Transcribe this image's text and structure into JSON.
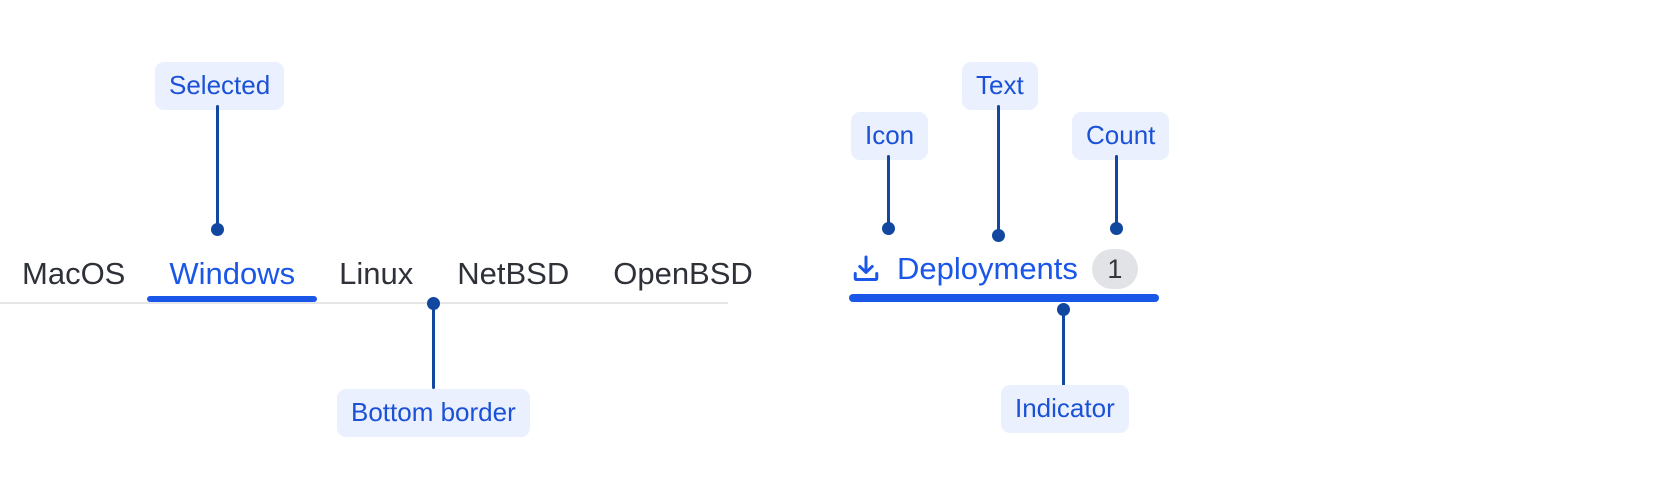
{
  "left_group": {
    "tabs": [
      {
        "label": "MacOS",
        "selected": false
      },
      {
        "label": "Windows",
        "selected": true
      },
      {
        "label": "Linux",
        "selected": false
      },
      {
        "label": "NetBSD",
        "selected": false
      },
      {
        "label": "OpenBSD",
        "selected": false
      }
    ],
    "annotations": {
      "selected": "Selected",
      "bottom_border": "Bottom border"
    }
  },
  "right_group": {
    "tab": {
      "icon": "download-icon",
      "label": "Deployments",
      "count": "1"
    },
    "annotations": {
      "icon": "Icon",
      "text": "Text",
      "count": "Count",
      "indicator": "Indicator"
    }
  },
  "colors": {
    "accent_blue": "#1a56e8",
    "annotation_blue": "#11479f",
    "annotation_text": "#1a51d6",
    "annotation_pill_bg": "#eaf0fd",
    "tab_text": "#2e3138",
    "border_gray": "#e6e6e9",
    "badge_bg": "#e2e3e6",
    "badge_text": "#33363d"
  }
}
